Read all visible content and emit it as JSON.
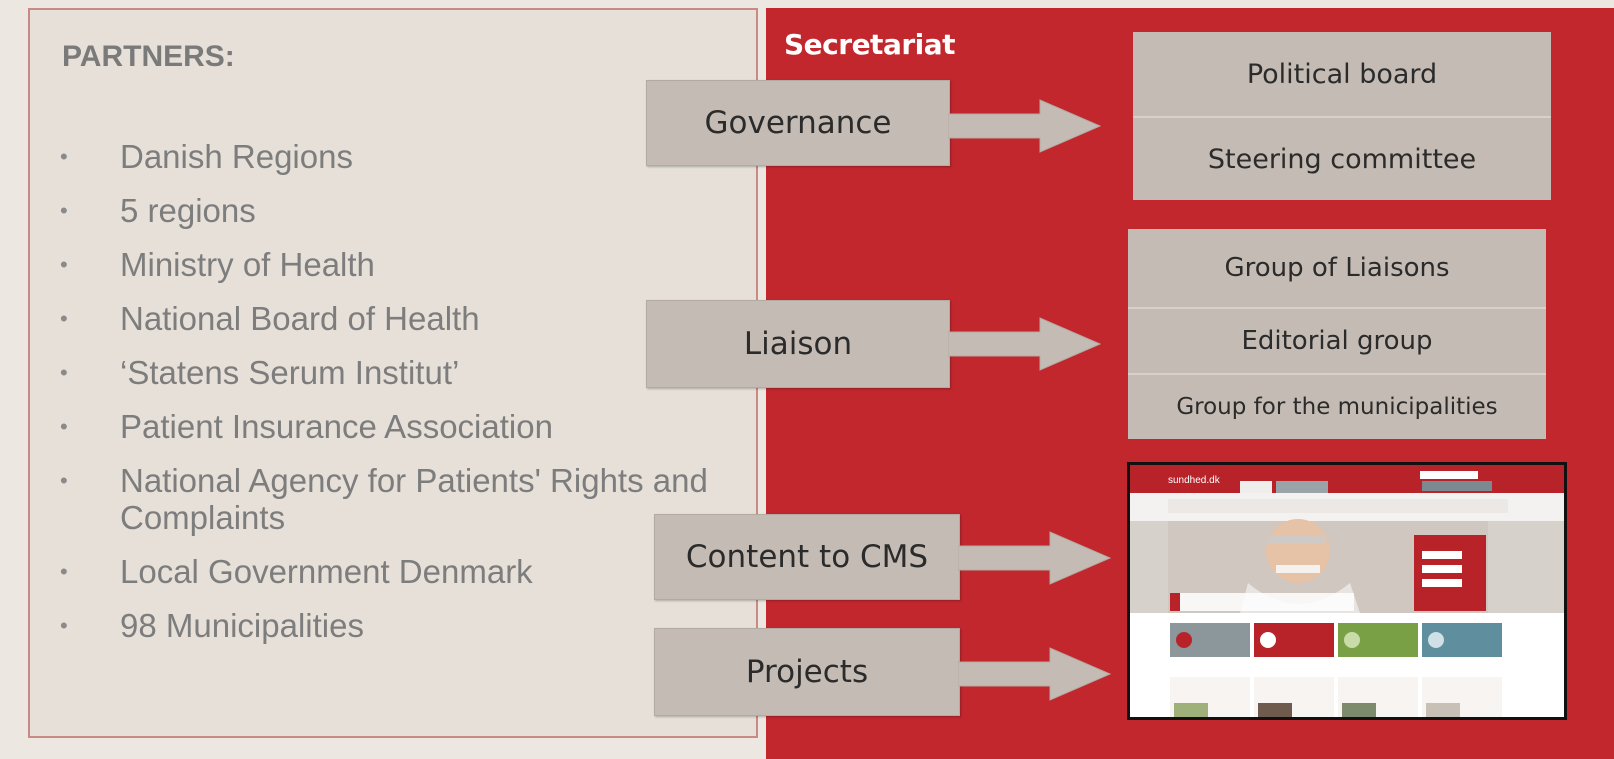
{
  "partners": {
    "title": "PARTNERS:",
    "items": [
      "Danish Regions",
      "5 regions",
      "Ministry of Health",
      "National Board of Health",
      "‘Statens Serum Institut’",
      "Patient Insurance Association",
      "National Agency for Patients' Rights and Complaints",
      "Local Government Denmark",
      "98 Municipalities"
    ]
  },
  "secretariat": {
    "title": "Secretariat",
    "flows": [
      {
        "label": "Governance",
        "targets": [
          "Political board",
          "Steering committee"
        ]
      },
      {
        "label": "Liaison",
        "targets": [
          "Group of Liaisons",
          "Editorial group",
          "Group for the municipalities"
        ]
      },
      {
        "label": "Content to CMS"
      },
      {
        "label": "Projects"
      }
    ],
    "website": {
      "logo": "sundhed.dk"
    }
  },
  "colors": {
    "accent_red": "#c1272d",
    "box_gray": "#c4bcb4",
    "background": "#ece7e0"
  }
}
